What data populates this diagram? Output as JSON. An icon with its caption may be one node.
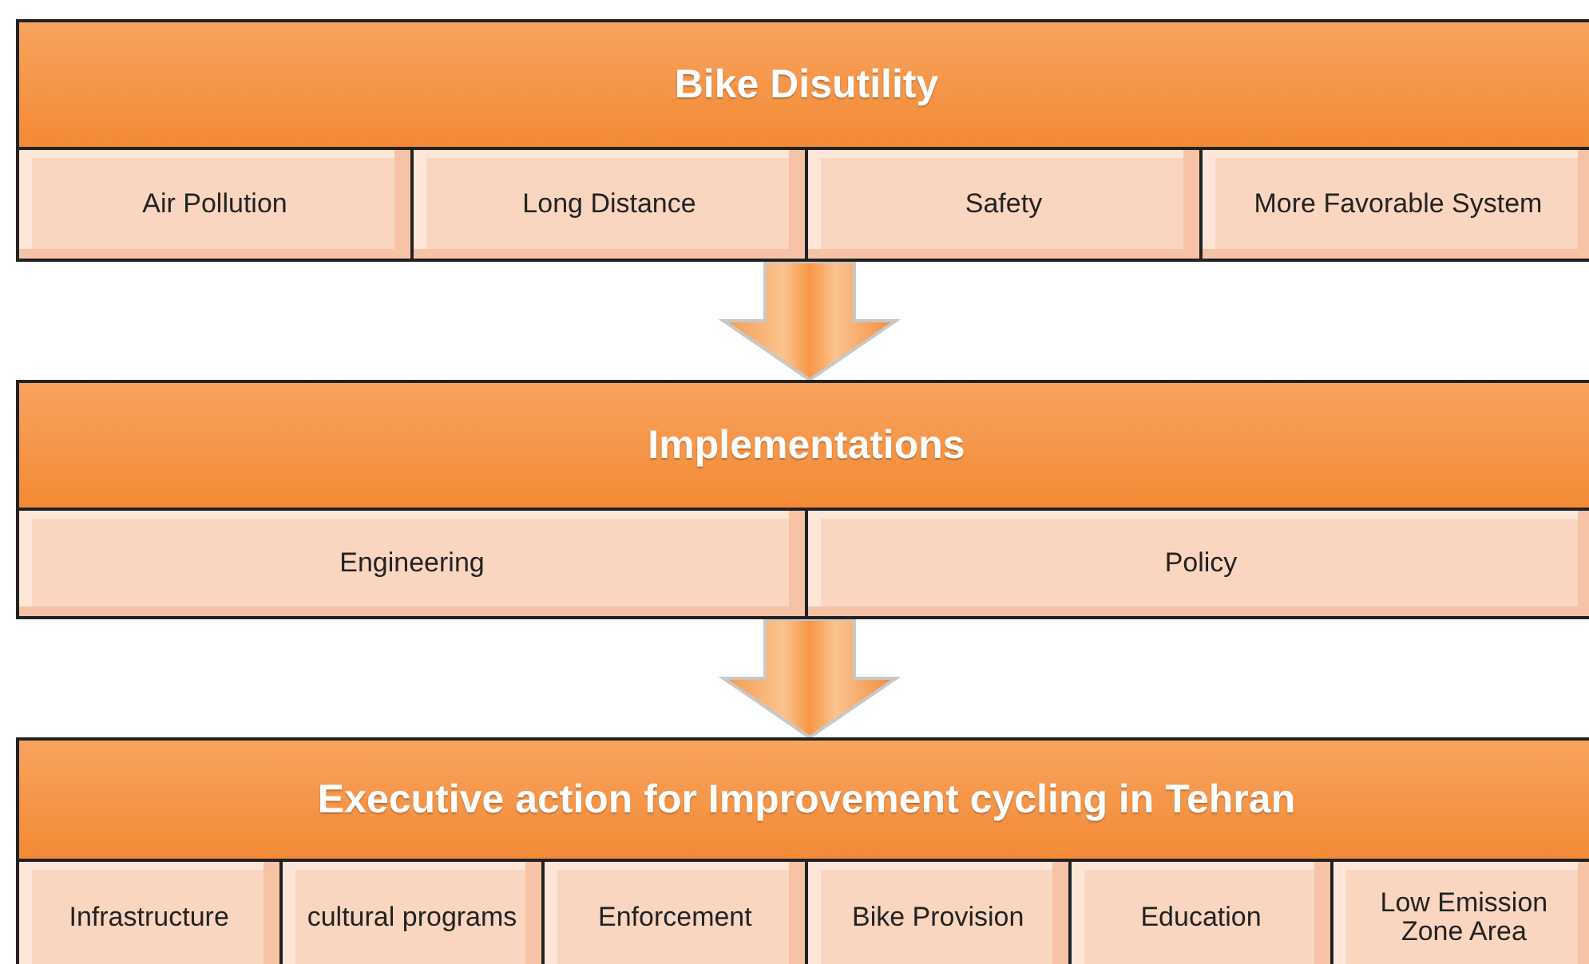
{
  "diagram": {
    "nodes": [
      {
        "text": [
          "Bike Disutility"
        ]
      },
      {
        "text": [
          "Air Pollution"
        ],
        "in": 0
      },
      {
        "text": [
          "Long Distance"
        ],
        "in": 0
      },
      {
        "text": [
          "Safety"
        ],
        "in": 0
      },
      {
        "text": [
          "More Favorable System"
        ],
        "in": 0
      },
      {
        "text": [
          "Implementations"
        ]
      },
      {
        "text": [
          "Engineering"
        ],
        "in": 5
      },
      {
        "text": [
          "Policy"
        ],
        "in": 5
      },
      {
        "text": [
          "Executive action for Improvement cycling in Tehran"
        ]
      },
      {
        "text": [
          "Infrastructure"
        ],
        "in": 8
      },
      {
        "text": [
          "cultural programs"
        ],
        "in": 8
      },
      {
        "text": [
          "Enforcement"
        ],
        "in": 8
      },
      {
        "text": [
          "Bike Provision"
        ],
        "in": 8
      },
      {
        "text": [
          "Education"
        ],
        "in": 8
      },
      {
        "text": [
          "Low Emission Zone Area"
        ],
        "in": 8
      }
    ],
    "edges": [
      {
        "from": 0,
        "to": 5,
        "arrow": "to"
      },
      {
        "from": 5,
        "to": 8,
        "arrow": "to"
      }
    ]
  }
}
